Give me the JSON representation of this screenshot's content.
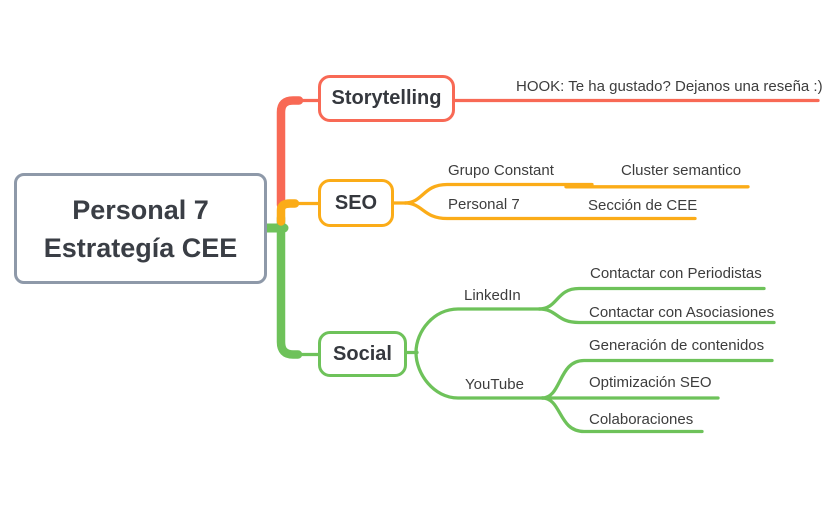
{
  "colors": {
    "storytelling_branch": "#f86955",
    "seo_branch": "#fbac18",
    "social_branch": "#6ec25a",
    "root_border": "#8e99a9",
    "node_text": "#3a3e45",
    "leaf_text": "#3d3d3d",
    "background": "#ffffff"
  },
  "root": {
    "title_line1": "Personal 7",
    "title_line2": "Estrategía CEE"
  },
  "branches": {
    "storytelling": {
      "label": "Storytelling",
      "children": {
        "hook": {
          "label": "HOOK: Te ha gustado? Dejanos una reseña :)"
        }
      }
    },
    "seo": {
      "label": "SEO",
      "children": {
        "grupo_constant": {
          "label": "Grupo Constant",
          "children": {
            "cluster_semantico": {
              "label": "Cluster semantico"
            }
          }
        },
        "personal_7": {
          "label": "Personal 7",
          "children": {
            "seccion_cee": {
              "label": "Sección de CEE"
            }
          }
        }
      }
    },
    "social": {
      "label": "Social",
      "children": {
        "linkedin": {
          "label": "LinkedIn",
          "children": {
            "periodistas": {
              "label": "Contactar con Periodistas"
            },
            "asociasiones": {
              "label": "Contactar con Asociasiones"
            }
          }
        },
        "youtube": {
          "label": "YouTube",
          "children": {
            "generacion": {
              "label": "Generación de contenidos"
            },
            "optimizacion": {
              "label": "Optimización SEO"
            },
            "colaboraciones": {
              "label": "Colaboraciones"
            }
          }
        }
      }
    }
  }
}
